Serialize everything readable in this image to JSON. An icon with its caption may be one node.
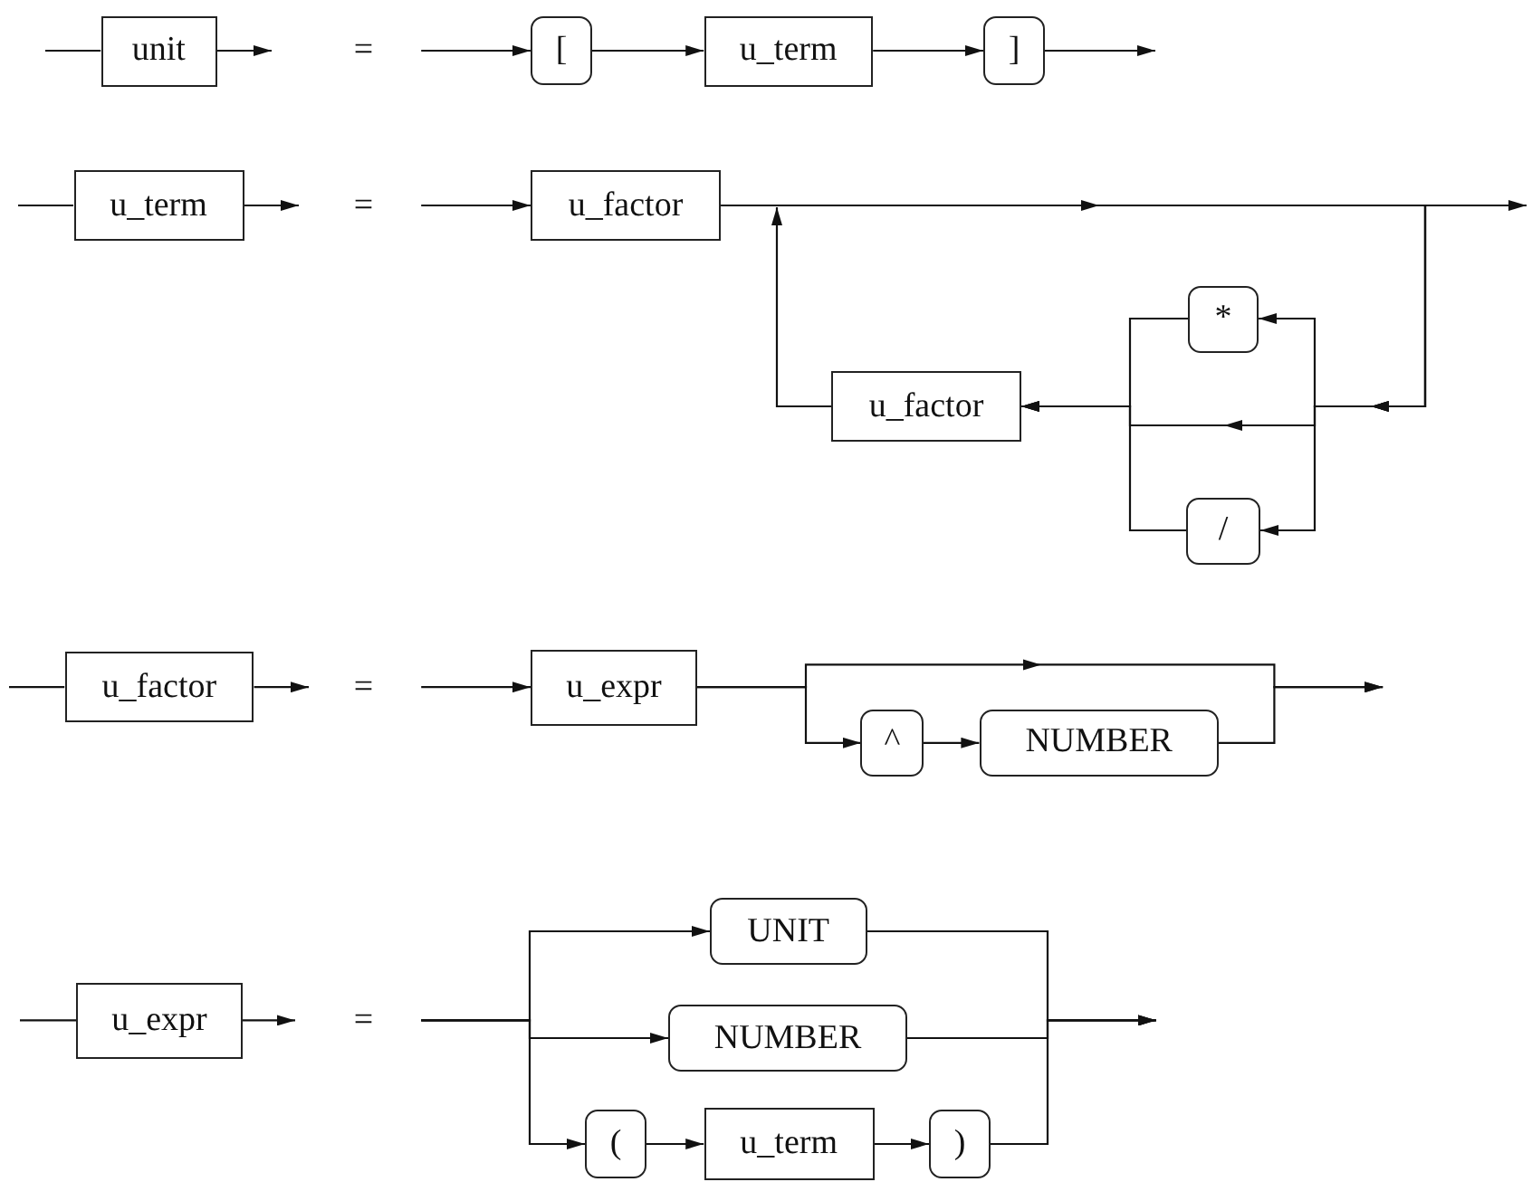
{
  "diagram": {
    "nodes": [
      {
        "text": [
          "unit"
        ]
      },
      {
        "text": [
          "["
        ]
      },
      {
        "text": [
          "u_term"
        ]
      },
      {
        "text": [
          "]"
        ]
      },
      {
        "text": [
          "u_term"
        ]
      },
      {
        "text": [
          "u_factor"
        ]
      },
      {
        "text": [
          "u_factor"
        ]
      },
      {
        "text": [
          "*"
        ]
      },
      {
        "text": [
          "/"
        ]
      },
      {
        "text": [
          "u_factor"
        ]
      },
      {
        "text": [
          "u_expr"
        ]
      },
      {
        "text": [
          "^"
        ]
      },
      {
        "text": [
          "NUMBER"
        ]
      },
      {
        "text": [
          "u_expr"
        ]
      },
      {
        "text": [
          "UNIT"
        ]
      },
      {
        "text": [
          "NUMBER"
        ]
      },
      {
        "text": [
          "("
        ]
      },
      {
        "text": [
          "u_term"
        ]
      },
      {
        "text": [
          ")"
        ]
      }
    ],
    "edges": [
      {
        "from": null,
        "to": 0,
        "arrow": "none"
      },
      {
        "from": 0,
        "to": null,
        "arrow": "to"
      },
      {
        "from": null,
        "to": 1,
        "arrow": "to"
      },
      {
        "from": 1,
        "to": 2,
        "arrow": "to"
      },
      {
        "from": 2,
        "to": 3,
        "arrow": "to"
      },
      {
        "from": 3,
        "to": null,
        "arrow": "to"
      },
      {
        "from": null,
        "to": 4,
        "arrow": "none"
      },
      {
        "from": 4,
        "to": null,
        "arrow": "to"
      },
      {
        "from": null,
        "to": 5,
        "arrow": "to"
      },
      {
        "from": 5,
        "to": null,
        "arrow": "to"
      },
      {
        "from": 5,
        "to": 7,
        "arrow": "to"
      },
      {
        "from": 5,
        "to": 6,
        "arrow": "to"
      },
      {
        "from": 5,
        "to": 8,
        "arrow": "to"
      },
      {
        "from": 7,
        "to": 6,
        "arrow": "to"
      },
      {
        "from": 8,
        "to": 6,
        "arrow": "to"
      },
      {
        "from": 6,
        "to": null,
        "arrow": "to"
      },
      {
        "from": null,
        "to": 9,
        "arrow": "none"
      },
      {
        "from": 9,
        "to": null,
        "arrow": "to"
      },
      {
        "from": null,
        "to": 10,
        "arrow": "to"
      },
      {
        "from": 10,
        "to": null,
        "arrow": "to"
      },
      {
        "from": 10,
        "to": 11,
        "arrow": "to"
      },
      {
        "from": 11,
        "to": 12,
        "arrow": "to"
      },
      {
        "from": 12,
        "to": null,
        "arrow": "to"
      },
      {
        "from": null,
        "to": 13,
        "arrow": "none"
      },
      {
        "from": 13,
        "to": null,
        "arrow": "to"
      },
      {
        "from": null,
        "to": 14,
        "arrow": "to"
      },
      {
        "from": null,
        "to": 15,
        "arrow": "to"
      },
      {
        "from": null,
        "to": 16,
        "arrow": "to"
      },
      {
        "from": 16,
        "to": 17,
        "arrow": "to"
      },
      {
        "from": 17,
        "to": 18,
        "arrow": "to"
      },
      {
        "from": 14,
        "to": null,
        "arrow": "to"
      },
      {
        "from": 15,
        "to": null,
        "arrow": "to"
      },
      {
        "from": 18,
        "to": null,
        "arrow": "to"
      }
    ],
    "labels": [
      "=",
      "=",
      "=",
      "="
    ]
  }
}
